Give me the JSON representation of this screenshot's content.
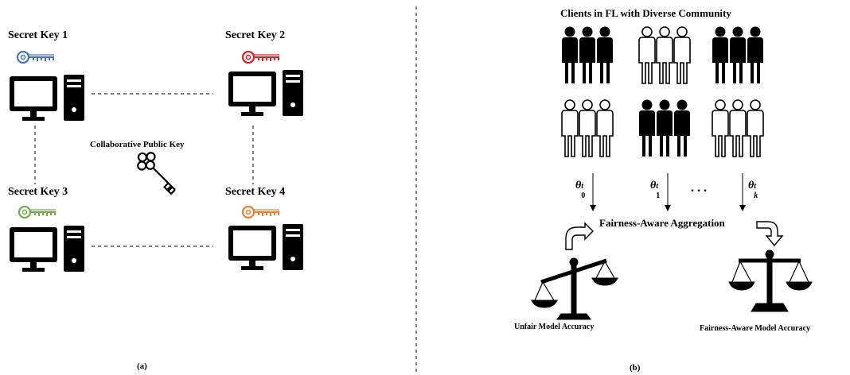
{
  "panel_a": {
    "nodes": [
      {
        "label": "Secret Key 1",
        "key_color": "#4472C4"
      },
      {
        "label": "Secret Key 2",
        "key_color": "#E02020"
      },
      {
        "label": "Secret Key 3",
        "key_color": "#70AD47"
      },
      {
        "label": "Secret Key 4",
        "key_color": "#ED7D31"
      }
    ],
    "public_key_label": "Collaborative Public Key",
    "caption": "(a)"
  },
  "panel_b": {
    "title": "Clients in FL with Diverse Community",
    "params": [
      {
        "symbol": "θ",
        "sup": "t",
        "sub": "0"
      },
      {
        "symbol": "θ",
        "sup": "t",
        "sub": "1"
      },
      {
        "symbol": "θ",
        "sup": "t",
        "sub": "k"
      }
    ],
    "ellipsis": ". . .",
    "aggregation_label": "Fairness-Aware Aggregation",
    "left_scale_label": "Unfair Model Accuracy",
    "right_scale_label": "Fairness-Aware Model Accuracy",
    "caption": "(b)"
  }
}
